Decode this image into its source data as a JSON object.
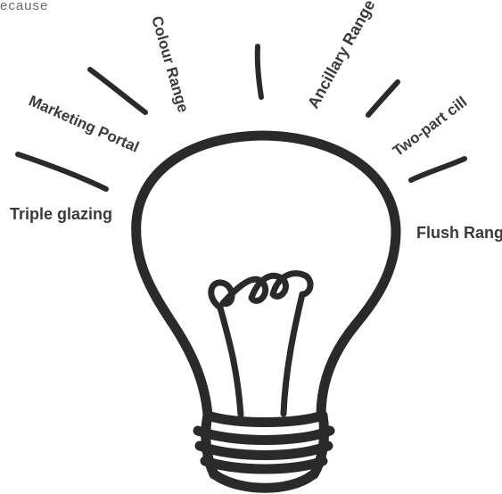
{
  "top_fragment": "ecause",
  "labels": {
    "colour_range": "Colour Range",
    "ancillary_range": "Ancillary Range",
    "marketing_portal": "Marketing Portal",
    "two_part_cill": "Two-part cill",
    "triple_glazing": "Triple glazing",
    "flush_range": "Flush Range"
  },
  "colors": {
    "ink": "#2a2a2a",
    "label_text": "#3a3a3a",
    "fragment_text": "#6a6a6a",
    "background": "#ffffff"
  }
}
